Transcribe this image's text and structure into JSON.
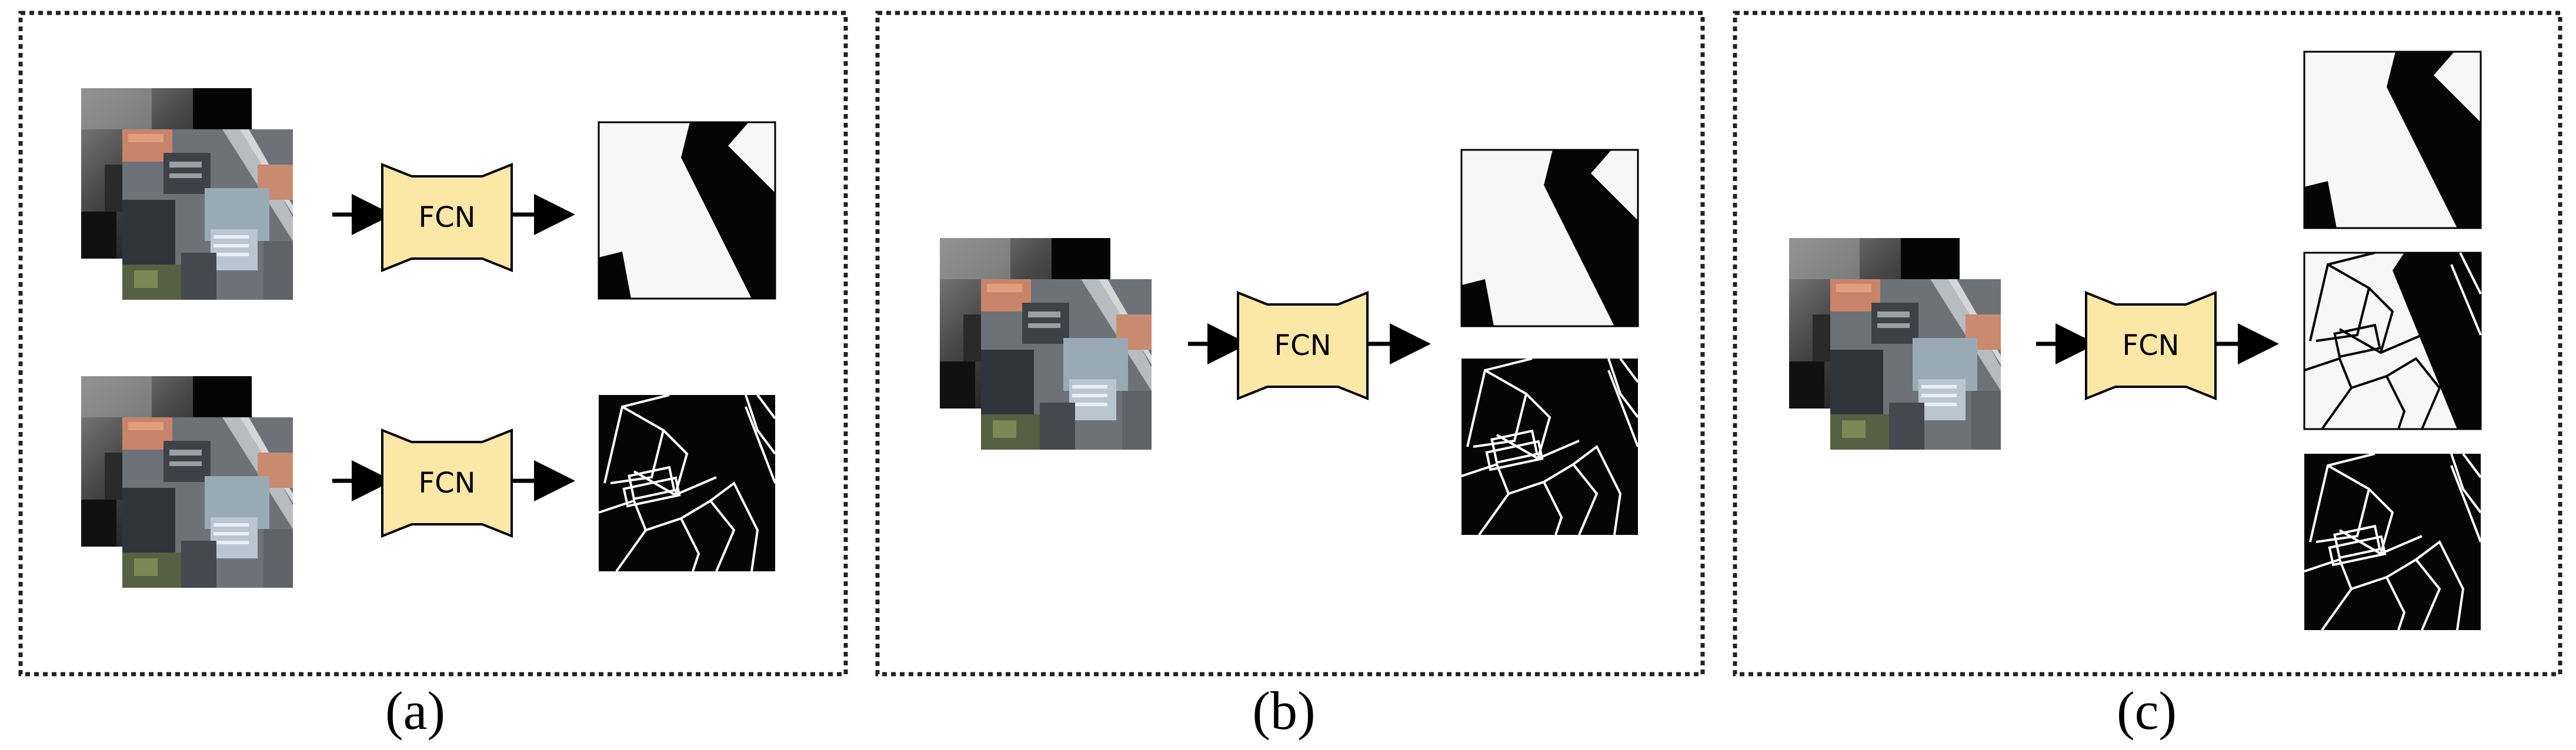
{
  "figure": {
    "colors": {
      "fcn_fill": "#fbe7a6",
      "fcn_stroke": "#000000",
      "frame": "#222222",
      "mask_white": "#f7f7f7",
      "mask_black": "#050505",
      "edge_line": "#ffffff"
    },
    "network_label": "FCN",
    "panels": [
      {
        "caption": "(a)",
        "pipelines": 2,
        "outputs_per_pipeline": 1
      },
      {
        "caption": "(b)",
        "pipelines": 1,
        "outputs_per_pipeline": 2
      },
      {
        "caption": "(c)",
        "pipelines": 1,
        "outputs_per_pipeline": 3
      }
    ]
  }
}
